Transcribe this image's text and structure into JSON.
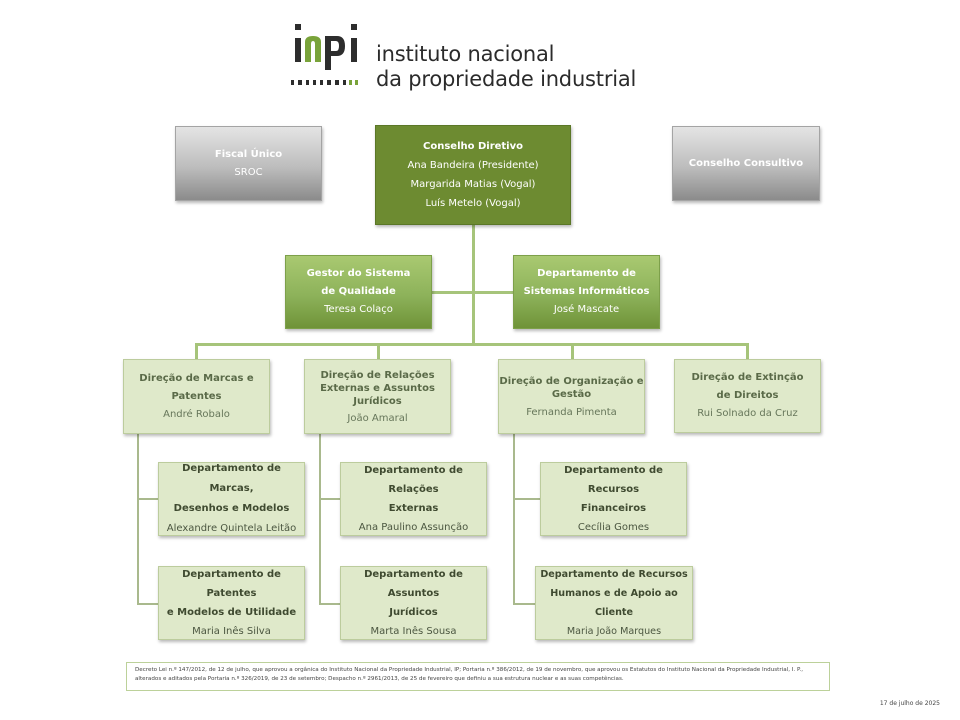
{
  "logo": {
    "wordmark": "inpi",
    "line1": "instituto nacional",
    "line2": "da propriedade industrial"
  },
  "board": {
    "title": "Conselho Diretivo",
    "members": [
      "Ana Bandeira (Presidente)",
      "Margarida Matias (Vogal)",
      "Luís Metelo (Vogal)"
    ]
  },
  "fiscal": {
    "title": "Fiscal Único",
    "person": "SROC"
  },
  "advisory": {
    "title": "Conselho Consultivo"
  },
  "quality": {
    "title_line1": "Gestor do Sistema",
    "title_line2": "de Qualidade",
    "person": "Teresa Colaço"
  },
  "it": {
    "title_line1": "Departamento de",
    "title_line2": "Sistemas Informáticos",
    "person": "José Mascate"
  },
  "directorates": [
    {
      "title_line1": "Direção de Marcas e",
      "title_line2": "Patentes",
      "person": "André Robalo"
    },
    {
      "title_line1": "Direção de Relações",
      "title_line2": "Externas e Assuntos",
      "title_line3": "Jurídicos",
      "person": "João Amaral"
    },
    {
      "title_line1": "Direção de Organização e",
      "title_line2": "Gestão",
      "person": "Fernanda Pimenta"
    },
    {
      "title_line1": "Direção de Extinção",
      "title_line2": "de Direitos",
      "person": "Rui Solnado da Cruz"
    }
  ],
  "departments": [
    {
      "title_line1": "Departamento de Marcas,",
      "title_line2": "Desenhos e Modelos",
      "person": "Alexandre Quintela Leitão"
    },
    {
      "title_line1": "Departamento de Patentes",
      "title_line2": "e Modelos de Utilidade",
      "person": "Maria Inês Silva"
    },
    {
      "title_line1": "Departamento de Relações",
      "title_line2": "Externas",
      "person": "Ana Paulino Assunção"
    },
    {
      "title_line1": "Departamento de Assuntos",
      "title_line2": "Jurídicos",
      "person": "Marta Inês Sousa"
    },
    {
      "title_line1": "Departamento de Recursos",
      "title_line2": "Financeiros",
      "person": "Cecília Gomes"
    },
    {
      "title_line1": "Departamento de Recursos",
      "title_line2": "Humanos e de Apoio ao Cliente",
      "person": "Maria João Marques"
    }
  ],
  "legal_note": "Decreto Lei n.º 147/2012, de 12 de julho, que aprovou a orgânica do Instituto Nacional da Propriedade Industrial, IP; Portaria n.º 386/2012, de 19 de novembro, que aprovou os Estatutos do Instituto Nacional da Propriedade Industrial, I. P., alterados e aditados pela Portaria n.º 326/2019, de 23 de setembro; Despacho n.º 2961/2013, de 25 de fevereiro que definiu a sua estrutura nuclear e as suas competências.",
  "date": "17 de julho de 2025",
  "colors": {
    "primary_green": "#6d8b31",
    "mid_green": "#8db25a",
    "light_green": "#dfe9ca",
    "gray": "#a4a4a4"
  }
}
